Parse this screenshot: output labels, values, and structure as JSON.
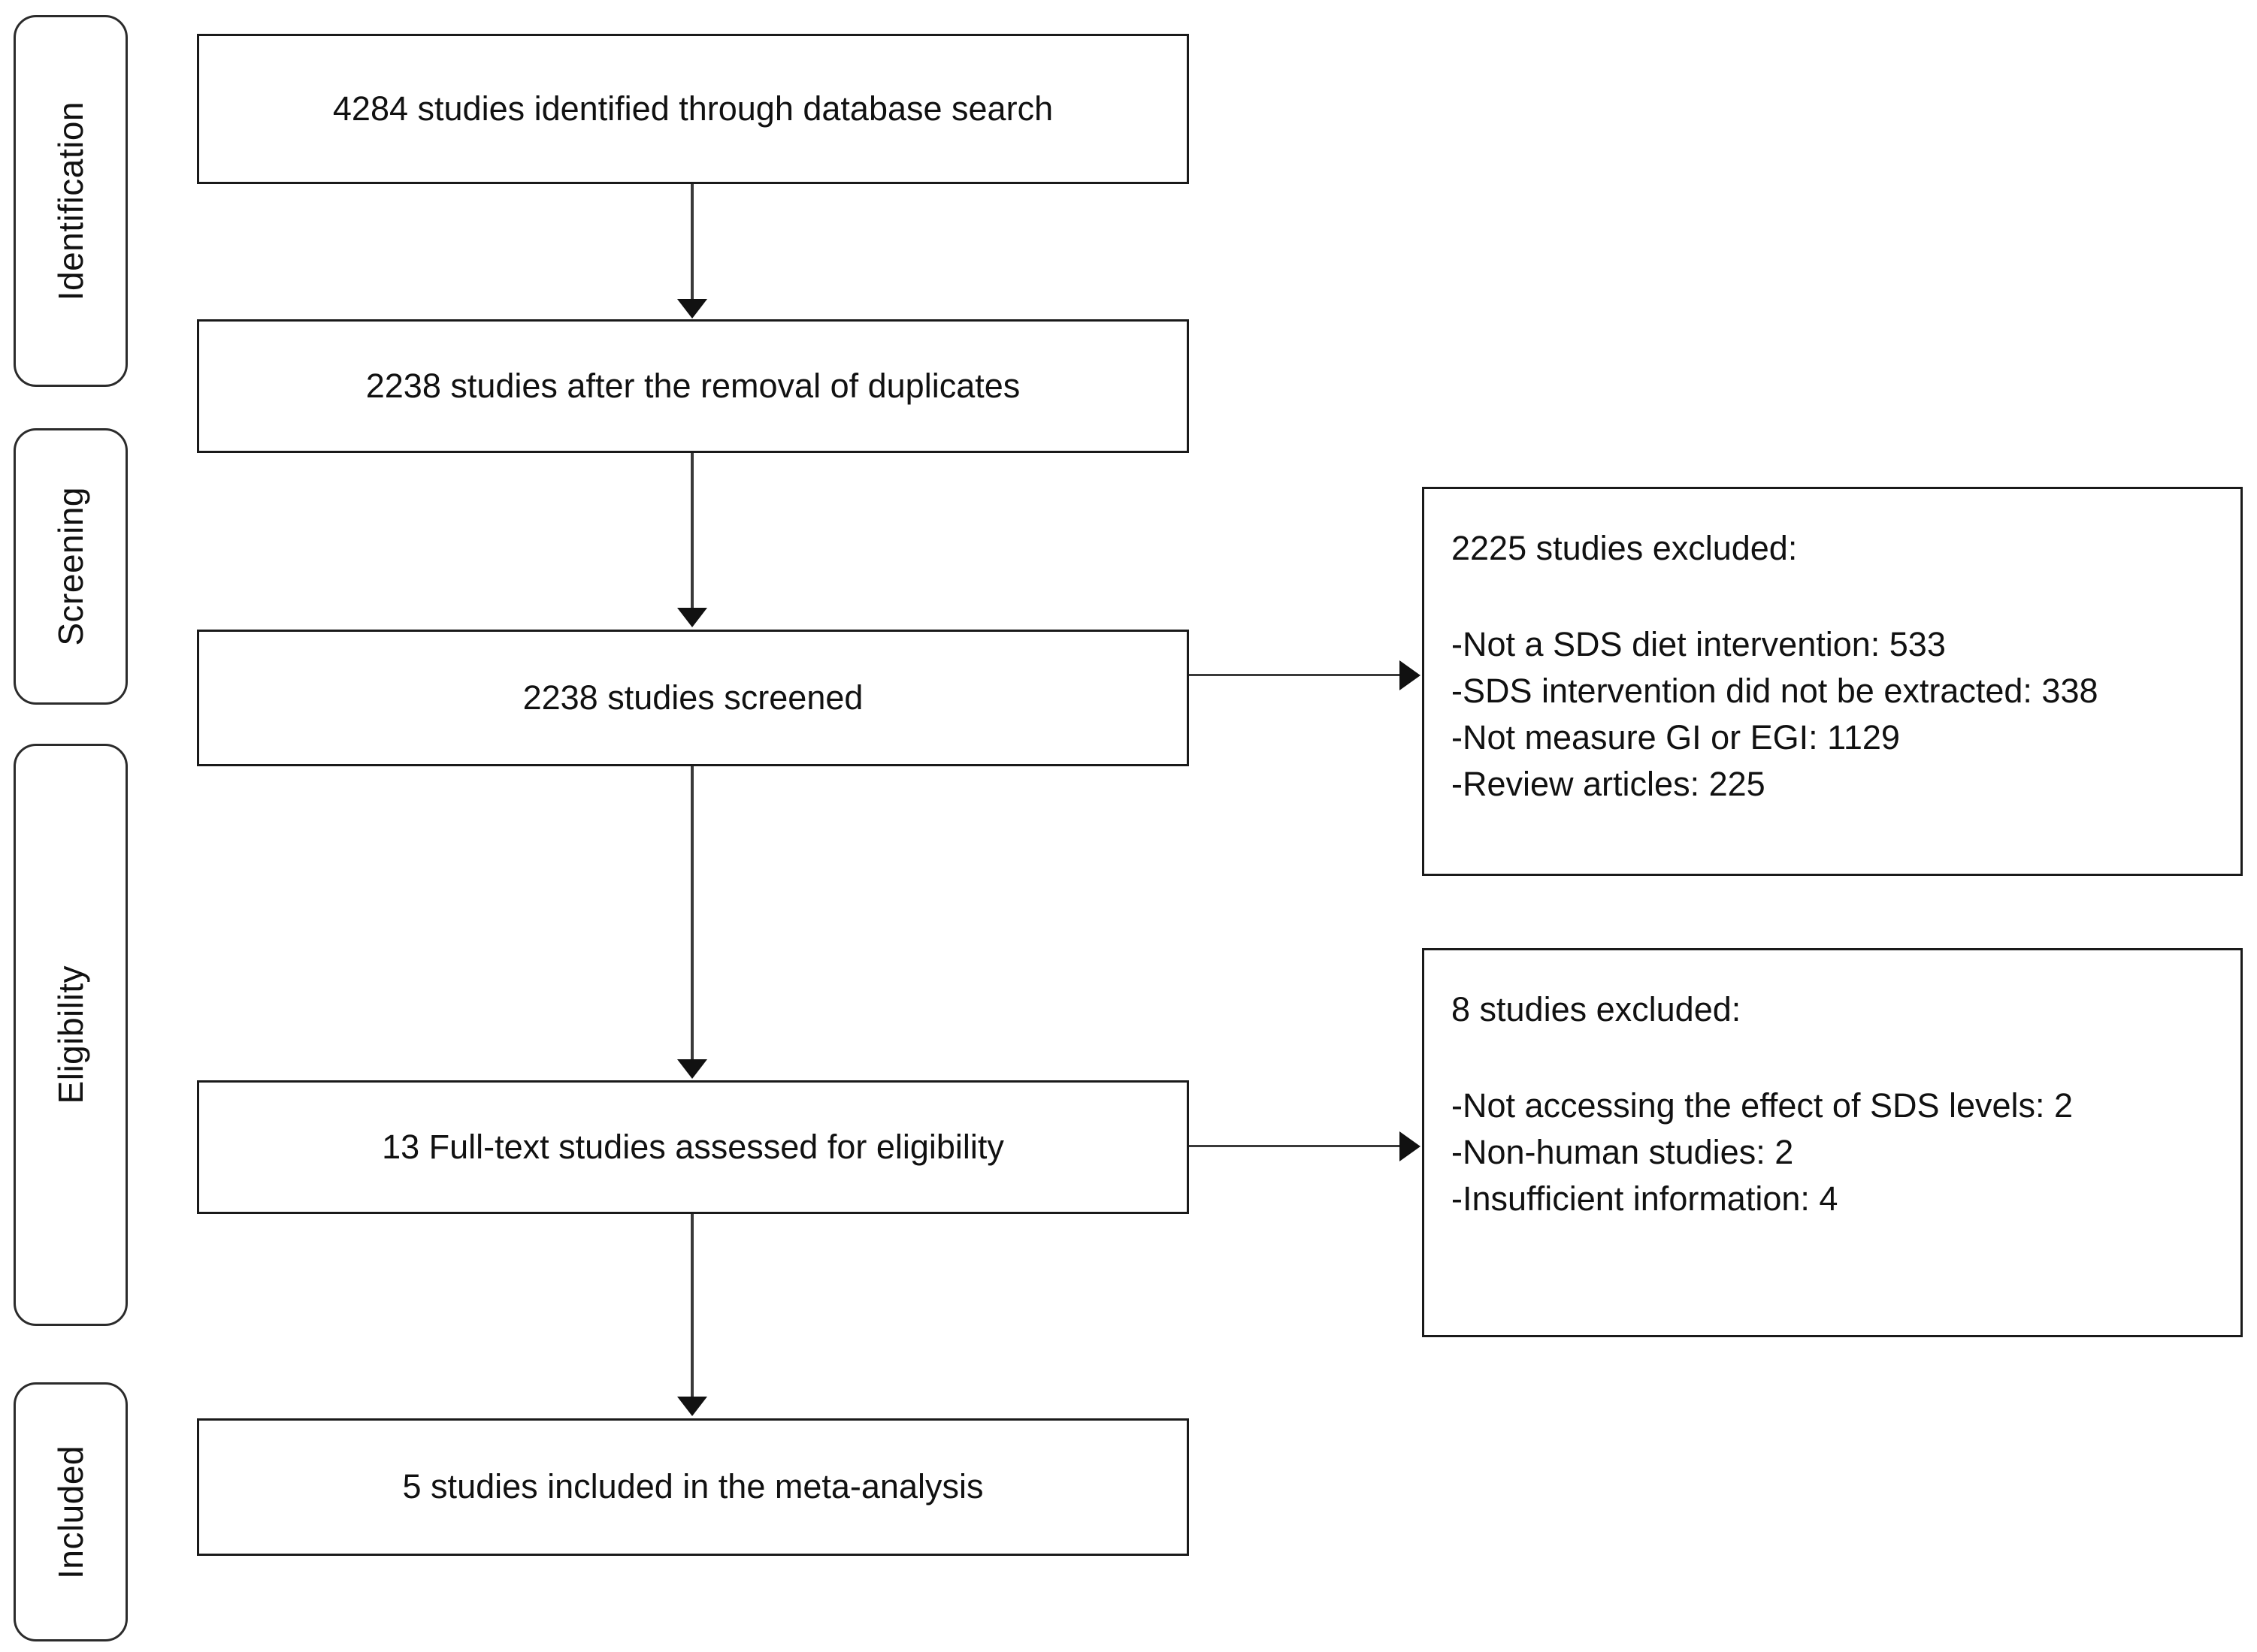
{
  "diagram": {
    "type": "prisma-flow-diagram",
    "stages": [
      {
        "id": "identification",
        "label": "Identification"
      },
      {
        "id": "screening",
        "label": "Screening"
      },
      {
        "id": "eligibility",
        "label": "Eligibility"
      },
      {
        "id": "included",
        "label": "Included"
      }
    ],
    "flow_boxes": [
      {
        "id": "identified",
        "text": "4284 studies identified through database search",
        "count": 4284
      },
      {
        "id": "duplicates",
        "text": "2238 studies after the removal of duplicates",
        "count": 2238
      },
      {
        "id": "screened",
        "text": "2238 studies screened",
        "count": 2238
      },
      {
        "id": "fulltext",
        "text": "13 Full-text studies assessed for eligibility",
        "count": 13
      },
      {
        "id": "included",
        "text": "5 studies included in the meta-analysis",
        "count": 5
      }
    ],
    "exclusion_boxes": [
      {
        "id": "excluded-screening",
        "title": "2225 studies excluded:",
        "total": 2225,
        "reasons": [
          "-Not a SDS diet intervention: 533",
          "-SDS intervention  did not be extracted: 338",
          "-Not measure GI or EGI: 1129",
          "-Review  articles: 225"
        ]
      },
      {
        "id": "excluded-fulltext",
        "title": "8 studies excluded:",
        "total": 8,
        "reasons": [
          "-Not accessing the effect of SDS levels: 2",
          "-Non-human studies: 2",
          "-Insufficient  information: 4"
        ]
      }
    ],
    "connectors": [
      {
        "id": "identified-to-duplicates",
        "direction": "down"
      },
      {
        "id": "duplicates-to-screened",
        "direction": "down"
      },
      {
        "id": "screened-to-fulltext",
        "direction": "down"
      },
      {
        "id": "fulltext-to-included",
        "direction": "down"
      },
      {
        "id": "screened-to-excluded",
        "direction": "right"
      },
      {
        "id": "fulltext-to-excluded",
        "direction": "right"
      }
    ],
    "colors": {
      "background": "#ffffff",
      "border": "#1a1a1a",
      "text": "#111111",
      "connector": "#3a3a3a"
    }
  }
}
